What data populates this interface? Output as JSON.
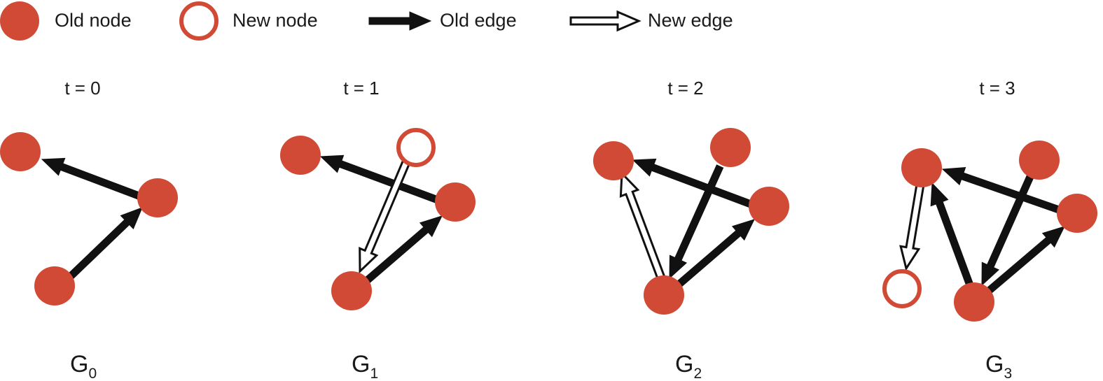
{
  "colors": {
    "node": "#d04a35",
    "edge": "#111111",
    "text": "#1a1a1a",
    "background": "#ffffff"
  },
  "legend": [
    {
      "kind": "old-node",
      "label": "Old node"
    },
    {
      "kind": "new-node",
      "label": "New node"
    },
    {
      "kind": "old-edge",
      "label": "Old edge"
    },
    {
      "kind": "new-edge",
      "label": "New edge"
    }
  ],
  "snapshots": [
    {
      "time": "t = 0",
      "name": "G",
      "subscript": "0",
      "nodes": [
        {
          "id": "n0",
          "new": false
        },
        {
          "id": "n1",
          "new": false
        },
        {
          "id": "n2",
          "new": false
        }
      ],
      "edges": [
        {
          "from": "n1",
          "to": "n0",
          "new": false
        },
        {
          "from": "n2",
          "to": "n1",
          "new": false
        }
      ]
    },
    {
      "time": "t = 1",
      "name": "G",
      "subscript": "1",
      "nodes": [
        {
          "id": "n0",
          "new": false
        },
        {
          "id": "n1",
          "new": false
        },
        {
          "id": "n2",
          "new": false
        },
        {
          "id": "n3",
          "new": true
        }
      ],
      "edges": [
        {
          "from": "n1",
          "to": "n0",
          "new": false
        },
        {
          "from": "n2",
          "to": "n1",
          "new": false
        },
        {
          "from": "n3",
          "to": "n2",
          "new": true
        }
      ]
    },
    {
      "time": "t = 2",
      "name": "G",
      "subscript": "2",
      "nodes": [
        {
          "id": "n0",
          "new": false
        },
        {
          "id": "n1",
          "new": false
        },
        {
          "id": "n2",
          "new": false
        },
        {
          "id": "n3",
          "new": false
        }
      ],
      "edges": [
        {
          "from": "n1",
          "to": "n0",
          "new": false
        },
        {
          "from": "n2",
          "to": "n1",
          "new": false
        },
        {
          "from": "n3",
          "to": "n2",
          "new": false
        },
        {
          "from": "n2",
          "to": "n0",
          "new": true
        }
      ]
    },
    {
      "time": "t = 3",
      "name": "G",
      "subscript": "3",
      "nodes": [
        {
          "id": "n0",
          "new": false
        },
        {
          "id": "n1",
          "new": false
        },
        {
          "id": "n2",
          "new": false
        },
        {
          "id": "n3",
          "new": false
        },
        {
          "id": "n4",
          "new": true
        }
      ],
      "edges": [
        {
          "from": "n1",
          "to": "n0",
          "new": false
        },
        {
          "from": "n2",
          "to": "n1",
          "new": false
        },
        {
          "from": "n3",
          "to": "n2",
          "new": false
        },
        {
          "from": "n2",
          "to": "n0",
          "new": false
        },
        {
          "from": "n0",
          "to": "n4",
          "new": true
        }
      ]
    }
  ]
}
